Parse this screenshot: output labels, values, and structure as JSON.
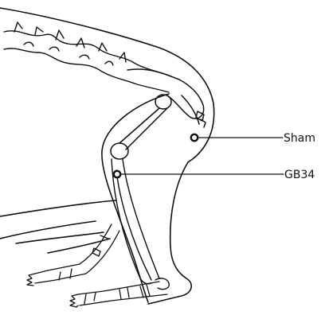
{
  "figure": {
    "labels": {
      "sham": "Sham",
      "gb34": "GB34"
    },
    "colors": {
      "line": "#111111",
      "background": "#ffffff"
    },
    "icons": {
      "sham_marker": "ring-marker",
      "gb34_marker": "ring-marker"
    }
  }
}
